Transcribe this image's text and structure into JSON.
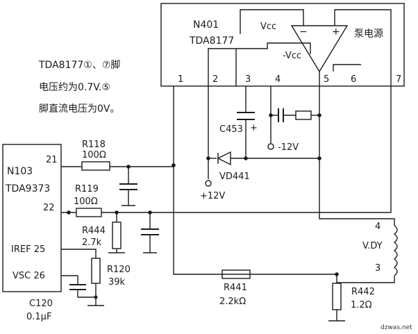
{
  "note": {
    "line1": "TDA8177①、⑦脚",
    "line2": "电压约为0.7V.⑤",
    "line3": "脚直流电压为0V。"
  },
  "ic_n401": {
    "ref": "N401",
    "part": "TDA8177",
    "vcc": "Vcc",
    "neg_vcc": "-Vcc",
    "pump": "泵电源",
    "minus": "−",
    "plus": "+",
    "pins": [
      "1",
      "2",
      "3",
      "4",
      "5",
      "6",
      "7"
    ]
  },
  "ic_n103": {
    "ref": "N103",
    "part": "TDA9373",
    "pin21": "21",
    "pin22": "22",
    "iref": "IREF 25",
    "vsc": "VSC 26"
  },
  "components": {
    "r118": {
      "ref": "R118",
      "value": "100Ω"
    },
    "r119": {
      "ref": "R119",
      "value": "100Ω"
    },
    "r444": {
      "ref": "R444",
      "value": "2.7k"
    },
    "r120": {
      "ref": "R120",
      "value": "39k"
    },
    "c120": {
      "ref": "C120",
      "value": "0.1μF"
    },
    "c453": {
      "ref": "C453",
      "polarity": "+"
    },
    "vd441": {
      "ref": "VD441"
    },
    "r441": {
      "ref": "R441",
      "value": "2.2kΩ"
    },
    "r442": {
      "ref": "R442",
      "value": "1.2Ω"
    },
    "vdy": {
      "ref": "V.DY",
      "pin_top": "4",
      "pin_bottom": "3"
    }
  },
  "supplies": {
    "pos12": "+12V",
    "neg12": "-12V"
  },
  "watermark": "dzwas.net"
}
